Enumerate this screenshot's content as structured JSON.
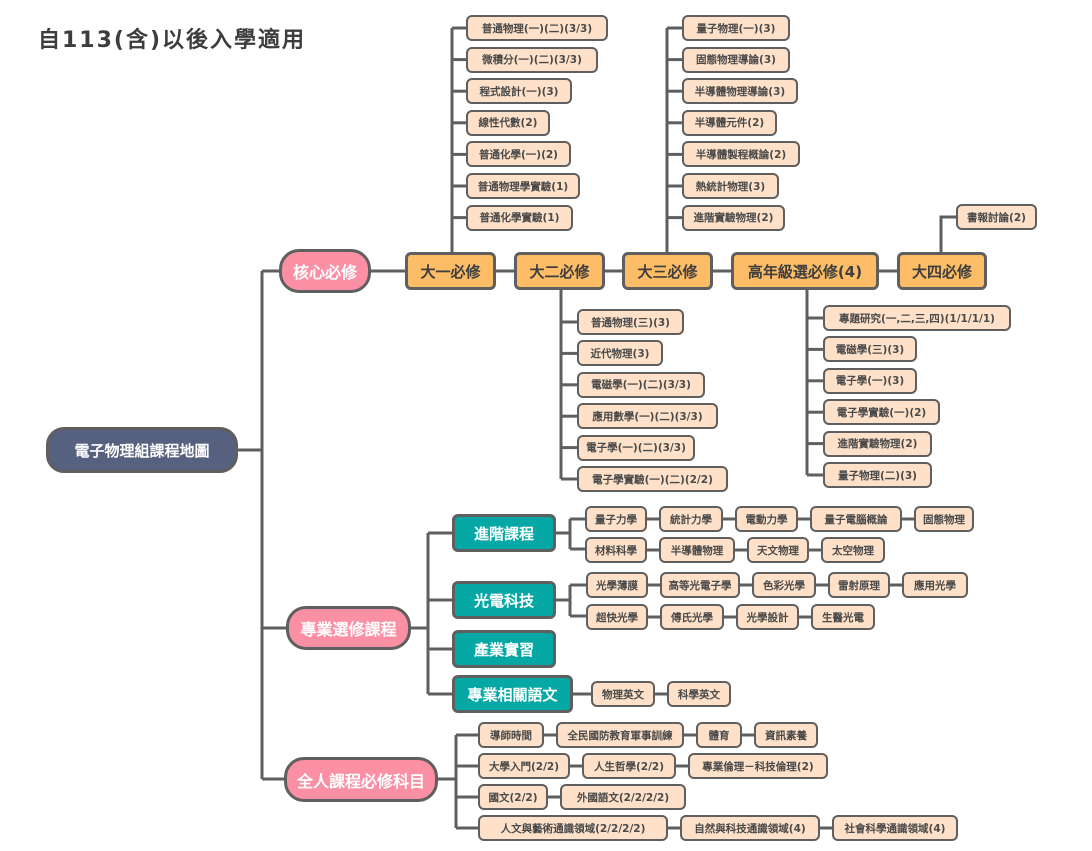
{
  "title": "自113(含)以後入學適用",
  "root": "電子物理組課程地圖",
  "categories": {
    "core": "核心必修",
    "elective": "專業選修課程",
    "general": "全人課程必修科目"
  },
  "core": {
    "year1": {
      "label": "大一必修",
      "courses": [
        "普通物理(一)(二)(3/3)",
        "微積分(一)(二)(3/3)",
        "程式設計(一)(3)",
        "線性代數(2)",
        "普通化學(一)(2)",
        "普通物理學實驗(1)",
        "普通化學實驗(1)"
      ]
    },
    "year2": {
      "label": "大二必修",
      "courses": [
        "普通物理(三)(3)",
        "近代物理(3)",
        "電磁學(一)(二)(3/3)",
        "應用數學(一)(二)(3/3)",
        "電子學(一)(二)(3/3)",
        "電子學實驗(一)(二)(2/2)"
      ]
    },
    "year3": {
      "label": "大三必修",
      "courses": [
        "量子物理(一)(3)",
        "固態物理導論(3)",
        "半導體物理導論(3)",
        "半導體元件(2)",
        "半導體製程概論(2)",
        "熱統計物理(3)",
        "進階實驗物理(2)"
      ]
    },
    "senior_elective": {
      "label": "高年級選必修(4)",
      "courses": [
        "專題研究(一,二,三,四)(1/1/1/1)",
        "電磁學(三)(3)",
        "電子學(一)(3)",
        "電子學實驗(一)(2)",
        "進階實驗物理(2)",
        "量子物理(二)(3)"
      ]
    },
    "year4": {
      "label": "大四必修",
      "courses": [
        "書報討論(2)"
      ]
    }
  },
  "elective": {
    "advanced": {
      "label": "進階課程",
      "row1": [
        "量子力學",
        "統計力學",
        "電動力學",
        "量子電腦概論",
        "固態物理"
      ],
      "row2": [
        "材料科學",
        "半導體物理",
        "天文物理",
        "太空物理"
      ]
    },
    "optoelectronics": {
      "label": "光電科技",
      "row1": [
        "光學薄膜",
        "高等光電子學",
        "色彩光學",
        "雷射原理",
        "應用光學"
      ],
      "row2": [
        "超快光學",
        "傅氏光學",
        "光學設計",
        "生醫光電"
      ]
    },
    "internship": {
      "label": "產業實習"
    },
    "language": {
      "label": "專業相關語文",
      "courses": [
        "物理英文",
        "科學英文"
      ]
    }
  },
  "general": {
    "rows": [
      [
        "導師時間",
        "全民國防教育軍事訓練",
        "體育",
        "資訊素養"
      ],
      [
        "大學入門(2/2)",
        "人生哲學(2/2)",
        "專業倫理－科技倫理(2)"
      ],
      [
        "國文(2/2)",
        "外國語文(2/2/2/2)"
      ],
      [
        "人文與藝術通識領域(2/2/2/2)",
        "自然與科技通識領域(4)",
        "社會科學通識領域(4)"
      ]
    ]
  },
  "colors": {
    "root": "#56607f",
    "category": "#fb8fa4",
    "year": "#fdbd66",
    "track": "#06a8a6",
    "course": "#fee1c8",
    "line": "#5f5f5f"
  }
}
